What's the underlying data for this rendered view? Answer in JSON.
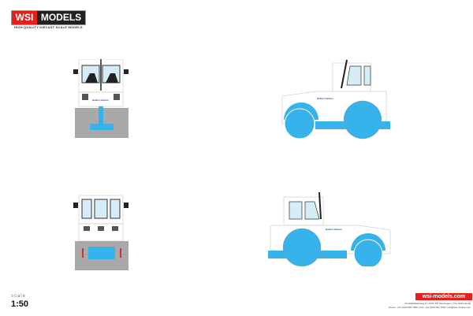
{
  "brand": {
    "logo_left": "WSI",
    "logo_right": "MODELS",
    "tagline": "HIGH QUALITY DIECAST SCALE MODELS"
  },
  "model": {
    "livery_text": "Ballast Nedam",
    "colors": {
      "body": "#ffffff",
      "accent": "#35b3ea",
      "chassis": "#a9a9a9",
      "window": "#d6ecf8"
    }
  },
  "scale": {
    "label": "scale",
    "value": "1:50"
  },
  "footer": {
    "website": "wsi-models.com",
    "address_line": "Oostelijkdwarsweg 8 | 2XXX PD Nieuwegein | The Netherlands",
    "contact_line": "Phone: +31 (0)20 000 7900 | Fax: +31 (0)20 000 7900 | info@wsi-models.com",
    "brand_red": "#e3201b"
  }
}
